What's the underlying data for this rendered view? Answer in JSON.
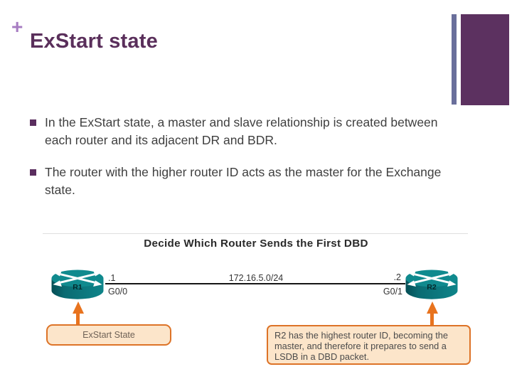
{
  "header": {
    "plus_glyph": "+",
    "title": "ExStart state"
  },
  "bullets": [
    "In the ExStart state, a master and slave relationship is created between each router and its adjacent DR and BDR.",
    "The router with the higher router ID acts as the master for the Exchange state."
  ],
  "diagram": {
    "title": "Decide Which Router Sends the First DBD",
    "network": "172.16.5.0/24",
    "routers": [
      {
        "name": "R1",
        "ip": ".1",
        "interface": "G0/0"
      },
      {
        "name": "R2",
        "ip": ".2",
        "interface": "G0/1"
      }
    ],
    "callouts": {
      "left": "ExStart State",
      "right": "R2 has the highest router ID, becoming the master, and therefore it prepares to send a LSDB in a DBD packet."
    }
  },
  "colors": {
    "title_purple": "#5A2F5B",
    "plus_lilac": "#A77CC2",
    "accent_bar_slate": "#6A6F9B",
    "accent_bar_purple": "#5C3160",
    "body_text": "#3F3F3F",
    "router_teal": "#0E8489",
    "connector_orange": "#E8731E",
    "callout_fill": "#FCE5CA",
    "callout_border": "#DD7327"
  }
}
